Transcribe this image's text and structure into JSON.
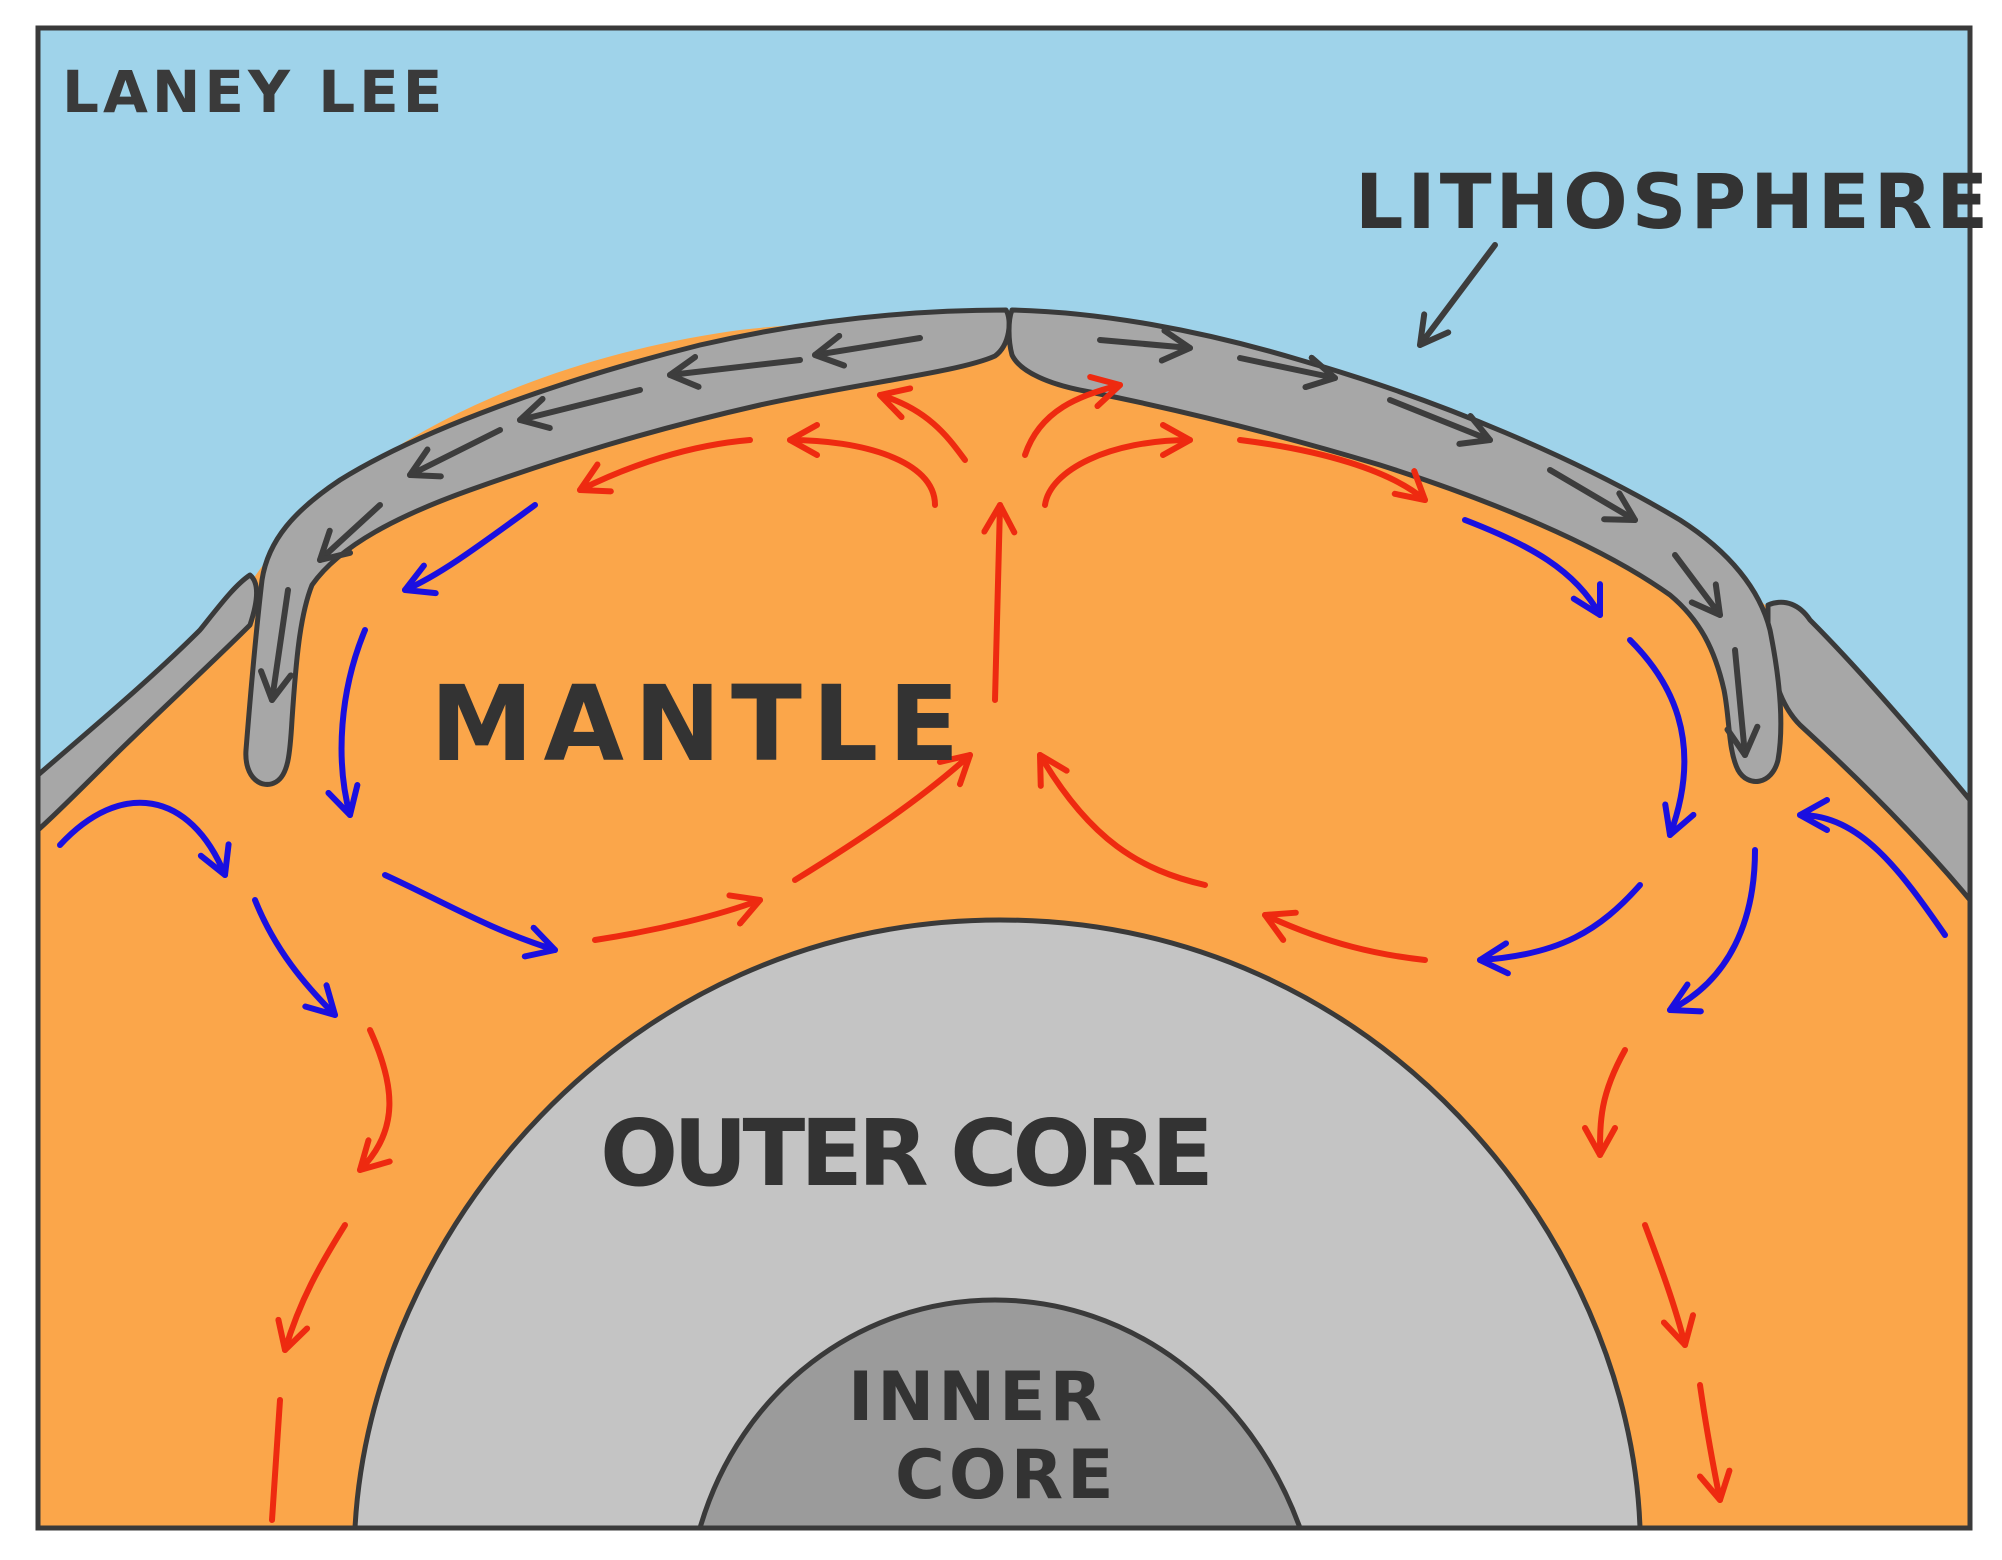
{
  "signature": "LANEY LEE",
  "labels": {
    "lithosphere": "LITHOSPHERE",
    "mantle": "MANTLE",
    "outer_core": "OUTER CORE",
    "inner_core_line1": "INNER",
    "inner_core_line2": "CORE"
  },
  "colors": {
    "sky": "#9fd3ea",
    "mantle": "#fba64a",
    "lithosphere": "#a7a7a7",
    "outer_core": "#c4c4c4",
    "inner_core": "#9b9b9b",
    "outline": "#3a3a3a",
    "hot_arrows": "#ee2a10",
    "cool_arrows": "#1a0fe0",
    "plate_arrows": "#3d3d3d"
  }
}
